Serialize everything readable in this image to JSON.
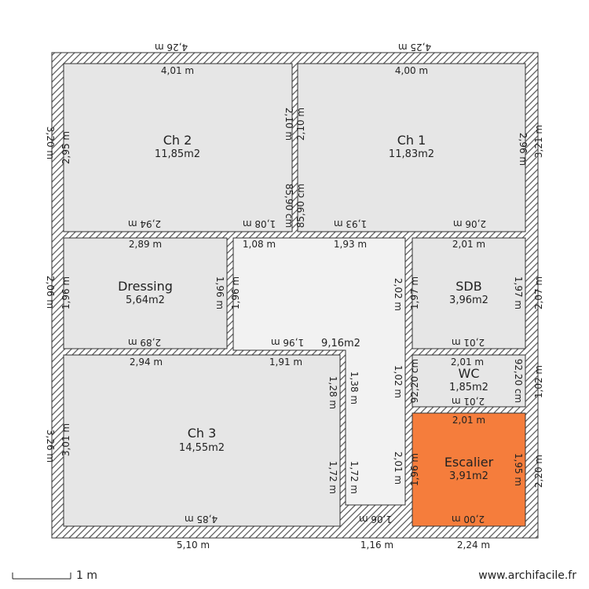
{
  "colors": {
    "wall_hatch": "#555555",
    "room_fill": "#e6e6e6",
    "hallway_fill": "#f2f2f2",
    "stair_fill": "#f57d3c",
    "text": "#222222"
  },
  "rooms": {
    "ch2": {
      "name": "Ch 2",
      "area": "11,85m2"
    },
    "ch1": {
      "name": "Ch 1",
      "area": "11,83m2"
    },
    "dressing": {
      "name": "Dressing",
      "area": "5,64m2"
    },
    "sdb": {
      "name": "SDB",
      "area": "3,96m2"
    },
    "hall": {
      "area": "9,16m2"
    },
    "wc": {
      "name": "WC",
      "area": "1,85m2"
    },
    "ch3": {
      "name": "Ch 3",
      "area": "14,55m2"
    },
    "escalier": {
      "name": "Escalier",
      "area": "3,91m2"
    }
  },
  "dims": {
    "top_outer_left": "4,26 m",
    "top_outer_right": "4,25 m",
    "ch2_top": "4,01 m",
    "ch1_top": "4,00 m",
    "left_outer_top": "3,20 m",
    "ch2_left": "2,95 m",
    "ch2_bottom": "2,94 m",
    "wall_mid_top": "2,10 m",
    "wall_mid_top2": "2,10 m",
    "wall_mid_cm_a": "85,90 cm",
    "wall_mid_cm_b": "85,90 cm",
    "wall_gap_bottom": "1,08 m",
    "ch1_bottom_left": "1,93 m",
    "ch1_right": "2,96 m",
    "ch1_bottom_right": "2,06 m",
    "right_outer_top": "3,21 m",
    "dressing_top": "2,89 m",
    "hall_top_left": "1,08 m",
    "hall_top_right": "1,93 m",
    "sdb_top": "2,01 m",
    "left_outer_mid": "2,06 m",
    "dressing_left": "1,96 m",
    "dressing_right": "1,96 m",
    "hall_left": "1,96 m",
    "hall_right": "2,02 m",
    "sdb_left": "1,97 m",
    "sdb_right": "1,97 m",
    "right_outer_mid": "2,07 m",
    "dressing_bottom": "2,89 m",
    "hall_bottom_left": "1,96 m",
    "sdb_bottom": "2,01 m",
    "ch3_top": "2,94 m",
    "hall_mid_width": "1,91 m",
    "wc_top": "2,01 m",
    "ch3_right_upper": "1,28 m",
    "hall_corridor_left_upper": "1,38 m",
    "hall_corridor_right_upper": "1,02 m",
    "wc_left": "92,20 cm",
    "wc_right": "92,20 cm",
    "right_outer_wc": "1,02 m",
    "wc_bottom": "2,01 m",
    "esc_top": "2,01 m",
    "left_outer_bottom": "3,26 m",
    "ch3_left": "3,01 m",
    "ch3_right_lower": "1,72 m",
    "hall_corridor_left_lower": "1,72 m",
    "hall_corridor_right_lower": "2,01 m",
    "esc_left": "1,96 m",
    "esc_right": "1,95 m",
    "right_outer_bottom": "2,20 m",
    "ch3_bottom": "4,85 m",
    "hall_corridor_bottom": "1,06 m",
    "esc_bottom": "2,00 m",
    "bottom_outer_left": "5,10 m",
    "bottom_outer_mid": "1,16 m",
    "bottom_outer_right": "2,24 m"
  },
  "scale": {
    "label": "1 m"
  },
  "credit": "www.archifacile.fr"
}
